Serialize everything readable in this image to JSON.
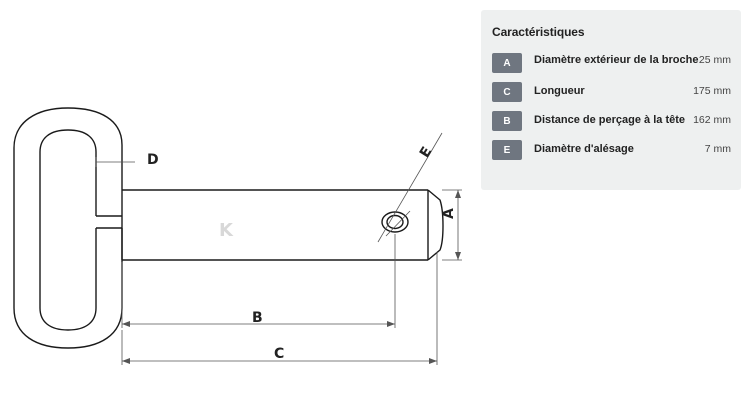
{
  "diagram": {
    "labels": {
      "A": "A",
      "B": "B",
      "C": "C",
      "D": "D",
      "E": "E"
    },
    "watermark": "K"
  },
  "specs": {
    "title": "Caractéristiques",
    "rows": [
      {
        "code": "A",
        "label": "Diamètre extérieur de la broche",
        "value": "25 mm"
      },
      {
        "code": "C",
        "label": "Longueur",
        "value": "175 mm"
      },
      {
        "code": "B",
        "label": "Distance de perçage à la tête",
        "value": "162 mm"
      },
      {
        "code": "E",
        "label": "Diamètre d'alésage",
        "value": "7 mm"
      }
    ]
  },
  "colors": {
    "badge": "#6f7680",
    "card": "#eef0f0"
  }
}
